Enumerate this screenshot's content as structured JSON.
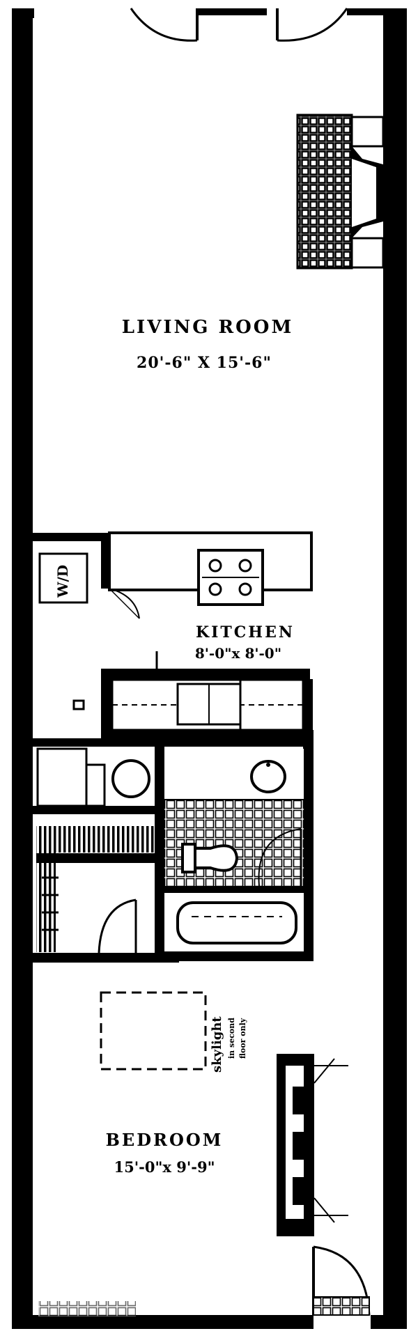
{
  "rooms": {
    "living": {
      "name": "LIVING ROOM",
      "dims": "20'-6\" X 15'-6\""
    },
    "kitchen": {
      "name": "KITCHEN",
      "dims": "8'-0\"x 8'-0\""
    },
    "bedroom": {
      "name": "BEDROOM",
      "dims": "15'-0\"x 9'-9\""
    }
  },
  "fixtures": {
    "washer_dryer": "W/D",
    "skylight": "skylight",
    "skylight_note_1": "in second",
    "skylight_note_2": "floor only"
  }
}
